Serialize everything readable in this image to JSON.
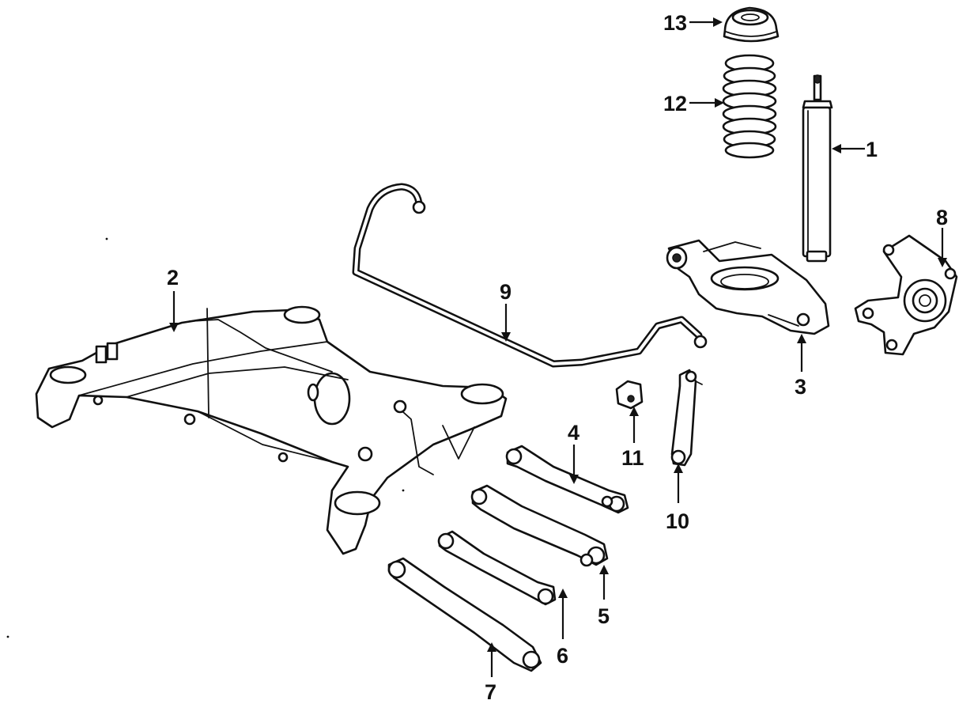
{
  "callouts": [
    {
      "id": "13",
      "label": "13",
      "part": "spring-upper-seat"
    },
    {
      "id": "12",
      "label": "12",
      "part": "coil-spring"
    },
    {
      "id": "1",
      "label": "1",
      "part": "shock-absorber"
    },
    {
      "id": "8",
      "label": "8",
      "part": "knuckle"
    },
    {
      "id": "2",
      "label": "2",
      "part": "subframe-crossmember"
    },
    {
      "id": "9",
      "label": "9",
      "part": "stabilizer-bar"
    },
    {
      "id": "3",
      "label": "3",
      "part": "lower-control-arm"
    },
    {
      "id": "11",
      "label": "11",
      "part": "stabilizer-bushing"
    },
    {
      "id": "10",
      "label": "10",
      "part": "stabilizer-link"
    },
    {
      "id": "4",
      "label": "4",
      "part": "link-arm-4"
    },
    {
      "id": "5",
      "label": "5",
      "part": "link-arm-5"
    },
    {
      "id": "6",
      "label": "6",
      "part": "link-arm-6"
    },
    {
      "id": "7",
      "label": "7",
      "part": "link-arm-7"
    }
  ],
  "colors": {
    "ink": "#111111",
    "paper": "#ffffff"
  }
}
